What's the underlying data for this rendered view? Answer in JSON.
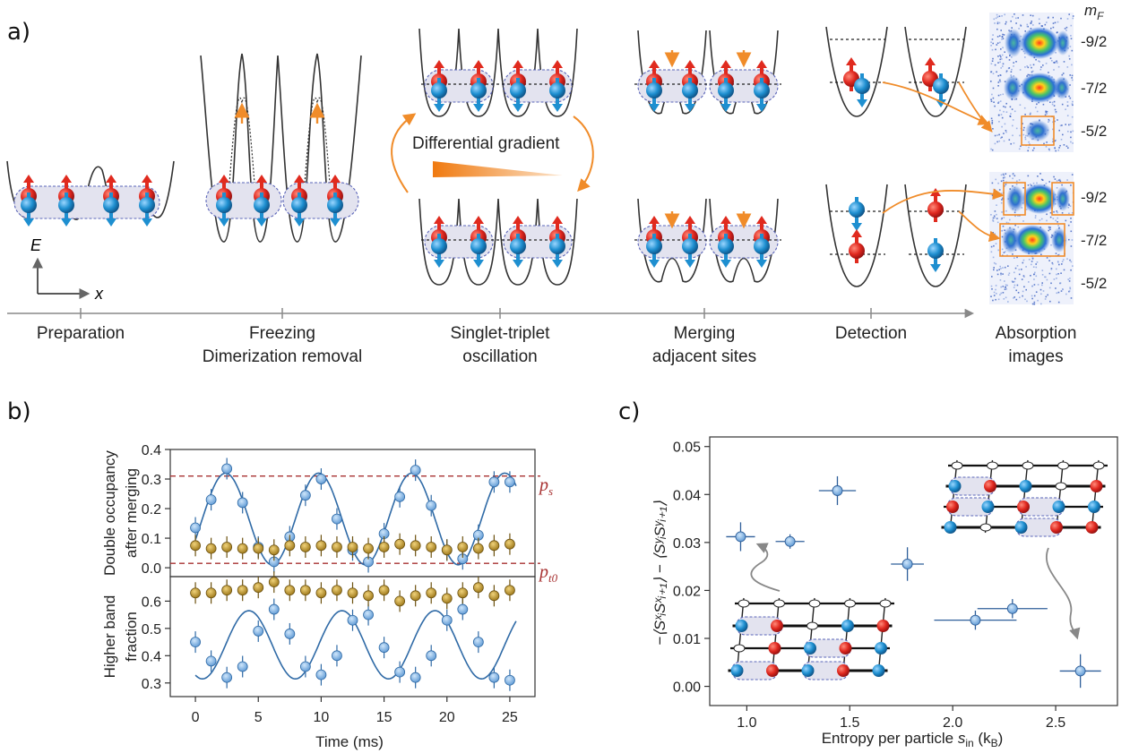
{
  "panels": {
    "a": {
      "label": "a)",
      "energy_axis": "E",
      "position_axis": "x",
      "center_label": "Differential gradient",
      "stages": [
        {
          "line1": "Preparation",
          "line2": ""
        },
        {
          "line1": "Freezing",
          "line2": "Dimerization removal"
        },
        {
          "line1": "Singlet-triplet",
          "line2": "oscillation"
        },
        {
          "line1": "Merging",
          "line2": "adjacent sites"
        },
        {
          "line1": "Detection",
          "line2": ""
        },
        {
          "line1": "Absorption",
          "line2": "images"
        }
      ],
      "mf_header": "m",
      "mf_subscript": "F",
      "mf_levels_top": [
        "-9/2",
        "-7/2",
        "-5/2"
      ],
      "mf_levels_bottom": [
        "-9/2",
        "-7/2",
        "-5/2"
      ]
    },
    "b": {
      "label": "b)",
      "ps_label": "p",
      "ps_sub": "s",
      "pt_label": "p",
      "pt_sub": "t0"
    },
    "c": {
      "label": "c)"
    }
  },
  "colors": {
    "spin_up": "#d42020",
    "spin_down": "#1e7fc4",
    "arrow": "#f08c2a",
    "fit": "#2f6aa6",
    "marker_blue": "#6ea8dc",
    "marker_gold": "#b08a20",
    "dashed_ref": "#a83232"
  },
  "chart_data": [
    {
      "type": "scatter",
      "title": "",
      "xlabel": "Time (ms)",
      "xlim": [
        -2,
        27
      ],
      "xticks": [
        0,
        5,
        10,
        15,
        20,
        25
      ],
      "subplots": [
        {
          "ylabel_line1": "Double occupancy",
          "ylabel_line2": "after merging",
          "ylim": [
            -0.03,
            0.4
          ],
          "yticks": [
            0.0,
            0.1,
            0.2,
            0.3,
            0.4
          ],
          "reference_lines": [
            {
              "name": "ps",
              "y": 0.31
            },
            {
              "name": "pt0",
              "y": 0.015
            }
          ],
          "series": [
            {
              "color": "blue",
              "x": [
                0,
                1.25,
                2.5,
                3.75,
                5,
                6.25,
                7.5,
                8.75,
                10,
                11.25,
                12.5,
                13.75,
                15,
                16.25,
                17.5,
                18.75,
                20,
                21.25,
                22.5,
                23.75,
                25
              ],
              "y": [
                0.135,
                0.23,
                0.335,
                0.22,
                0.07,
                0.02,
                0.105,
                0.245,
                0.3,
                0.165,
                0.06,
                0.02,
                0.115,
                0.24,
                0.33,
                0.21,
                0.06,
                0.03,
                0.11,
                0.29,
                0.29
              ]
            },
            {
              "color": "gold",
              "x": [
                0,
                1.25,
                2.5,
                3.75,
                5,
                6.25,
                7.5,
                8.75,
                10,
                11.25,
                12.5,
                13.75,
                15,
                16.25,
                17.5,
                18.75,
                20,
                21.25,
                22.5,
                23.75,
                25
              ],
              "y": [
                0.075,
                0.065,
                0.07,
                0.065,
                0.065,
                0.06,
                0.075,
                0.07,
                0.075,
                0.07,
                0.07,
                0.065,
                0.07,
                0.08,
                0.075,
                0.07,
                0.06,
                0.07,
                0.065,
                0.075,
                0.08
              ]
            }
          ],
          "fit": {
            "offset": 0.165,
            "amplitude": 0.155,
            "period": 7.4,
            "phase_ms": 0.55
          }
        },
        {
          "ylabel_line1": "Higher band",
          "ylabel_line2": "fraction",
          "ylim": [
            0.25,
            0.69
          ],
          "yticks": [
            0.3,
            0.4,
            0.5,
            0.6
          ],
          "series": [
            {
              "color": "blue",
              "x": [
                0,
                1.25,
                2.5,
                3.75,
                5,
                6.25,
                7.5,
                8.75,
                10,
                11.25,
                12.5,
                13.75,
                15,
                16.25,
                17.5,
                18.75,
                20,
                21.25,
                22.5,
                23.75,
                25
              ],
              "y": [
                0.45,
                0.38,
                0.32,
                0.36,
                0.49,
                0.57,
                0.48,
                0.36,
                0.33,
                0.4,
                0.53,
                0.55,
                0.43,
                0.34,
                0.32,
                0.4,
                0.53,
                0.57,
                0.45,
                0.32,
                0.31
              ]
            },
            {
              "color": "gold",
              "x": [
                0,
                1.25,
                2.5,
                3.75,
                5,
                6.25,
                7.5,
                8.75,
                10,
                11.25,
                12.5,
                13.75,
                15,
                16.25,
                17.5,
                18.75,
                20,
                21.25,
                22.5,
                23.75,
                25
              ],
              "y": [
                0.63,
                0.63,
                0.64,
                0.64,
                0.65,
                0.67,
                0.64,
                0.64,
                0.63,
                0.64,
                0.63,
                0.62,
                0.64,
                0.6,
                0.62,
                0.63,
                0.61,
                0.63,
                0.65,
                0.62,
                0.64
              ]
            }
          ],
          "fit": {
            "offset": 0.44,
            "amplitude": 0.125,
            "period": 7.4,
            "phase_ms": 2.4
          }
        }
      ]
    },
    {
      "type": "scatter",
      "title": "",
      "xlabel": "Entropy per particle",
      "xlabel_sym": "s",
      "xlabel_sub": "in",
      "xlabel_unit": "(k",
      "xlabel_unit_sub": "B",
      "xlabel_close": ")",
      "ylabel": "−⟨SˣᵢSˣᵢ₊₁⟩ − ⟨SʸᵢSʸᵢ₊₁⟩",
      "xlim": [
        0.82,
        2.8
      ],
      "ylim": [
        -0.004,
        0.052
      ],
      "xticks": [
        1.0,
        1.5,
        2.0,
        2.5
      ],
      "yticks": [
        0.0,
        0.01,
        0.02,
        0.03,
        0.04,
        0.05
      ],
      "points": [
        {
          "x": 0.97,
          "y": 0.0312,
          "xerr": 0.07,
          "yerr": 0.003
        },
        {
          "x": 1.21,
          "y": 0.0302,
          "xerr": 0.07,
          "yerr": 0.0015
        },
        {
          "x": 1.44,
          "y": 0.0408,
          "xerr": 0.09,
          "yerr": 0.003
        },
        {
          "x": 1.78,
          "y": 0.0255,
          "xerr": 0.08,
          "yerr": 0.0035
        },
        {
          "x": 2.11,
          "y": 0.0138,
          "xerr": 0.2,
          "yerr": 0.002
        },
        {
          "x": 2.29,
          "y": 0.0162,
          "xerr": 0.17,
          "yerr": 0.002
        },
        {
          "x": 2.62,
          "y": 0.0032,
          "xerr": 0.1,
          "yerr": 0.0035
        }
      ]
    }
  ]
}
